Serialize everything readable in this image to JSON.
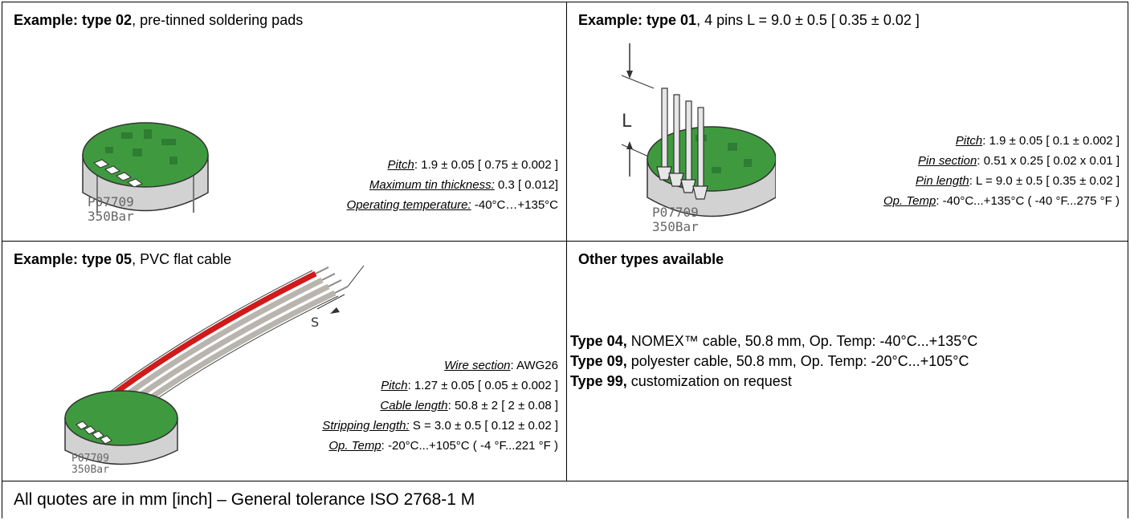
{
  "cell1": {
    "title_bold": "Example: type 02",
    "title_rest": ", pre-tinned soldering pads",
    "specs": [
      {
        "label": "Pitch",
        "sep": ": ",
        "value": "1.9 ± 0.05 [ 0.75 ± 0.002 ]"
      },
      {
        "label": "Maximum tin thickness:",
        "sep": " ",
        "value": "0.3 [ 0.012]"
      },
      {
        "label": "Operating temperature:",
        "sep": " ",
        "value": "-40°C…+135°C"
      }
    ],
    "marking_line1": "P07709",
    "marking_line2": "350Bar"
  },
  "cell2": {
    "title_bold": "Example: type 01",
    "title_rest": ", 4 pins L = 9.0 ± 0.5  [ 0.35 ± 0.02 ]",
    "dim_label": "L",
    "specs": [
      {
        "label": "Pitch",
        "sep": ": ",
        "value": "1.9 ± 0.05 [ 0.1 ± 0.002 ]"
      },
      {
        "label": "Pin section",
        "sep": ": ",
        "value": "0.51 x 0.25 [ 0.02 x 0.01 ]"
      },
      {
        "label": "Pin length",
        "sep": ": ",
        "value": "L = 9.0 ± 0.5 [ 0.35 ± 0.02 ]"
      },
      {
        "label": "Op. Temp",
        "sep": ": ",
        "value": "-40°C...+135°C ( -40 °F...275 °F )"
      }
    ],
    "marking_line1": "P07709",
    "marking_line2": "350Bar"
  },
  "cell3": {
    "title_bold": "Example: type 05",
    "title_rest": ", PVC flat cable",
    "dim_label": "S",
    "specs": [
      {
        "label": "Wire section",
        "sep": ": ",
        "value": "AWG26"
      },
      {
        "label": "Pitch",
        "sep": ": ",
        "value": "1.27 ± 0.05 [ 0.05 ± 0.002 ]"
      },
      {
        "label": "Cable length",
        "sep": ": ",
        "value": "50.8 ± 2 [ 2 ± 0.08 ]"
      },
      {
        "label": "Stripping length:",
        "sep": " ",
        "value": "S = 3.0 ± 0.5 [ 0.12 ± 0.02 ]"
      },
      {
        "label": "Op. Temp",
        "sep": ": ",
        "value": "-20°C...+105°C ( -4 °F...221 °F )"
      }
    ],
    "marking_line1": "P07709",
    "marking_line2": "350Bar"
  },
  "cell4": {
    "title": "Other types available",
    "types": [
      {
        "name": "Type 04,",
        "desc": " NOMEX™ cable, 50.8 mm, Op. Temp: -40°C...+135°C"
      },
      {
        "name": "Type 09,",
        "desc": " polyester cable, 50.8 mm, Op. Temp: -20°C...+105°C"
      },
      {
        "name": "Type 99,",
        "desc": " customization on request"
      }
    ]
  },
  "footer": "All quotes are in mm [inch] – General tolerance ISO 2768-1 M",
  "colors": {
    "pcb_green": "#3f9a3f",
    "pcb_dark": "#2e7d32",
    "housing_gray": "#cfcfcf",
    "wire_red": "#d11a1a",
    "wire_gray": "#b8b4ae"
  }
}
